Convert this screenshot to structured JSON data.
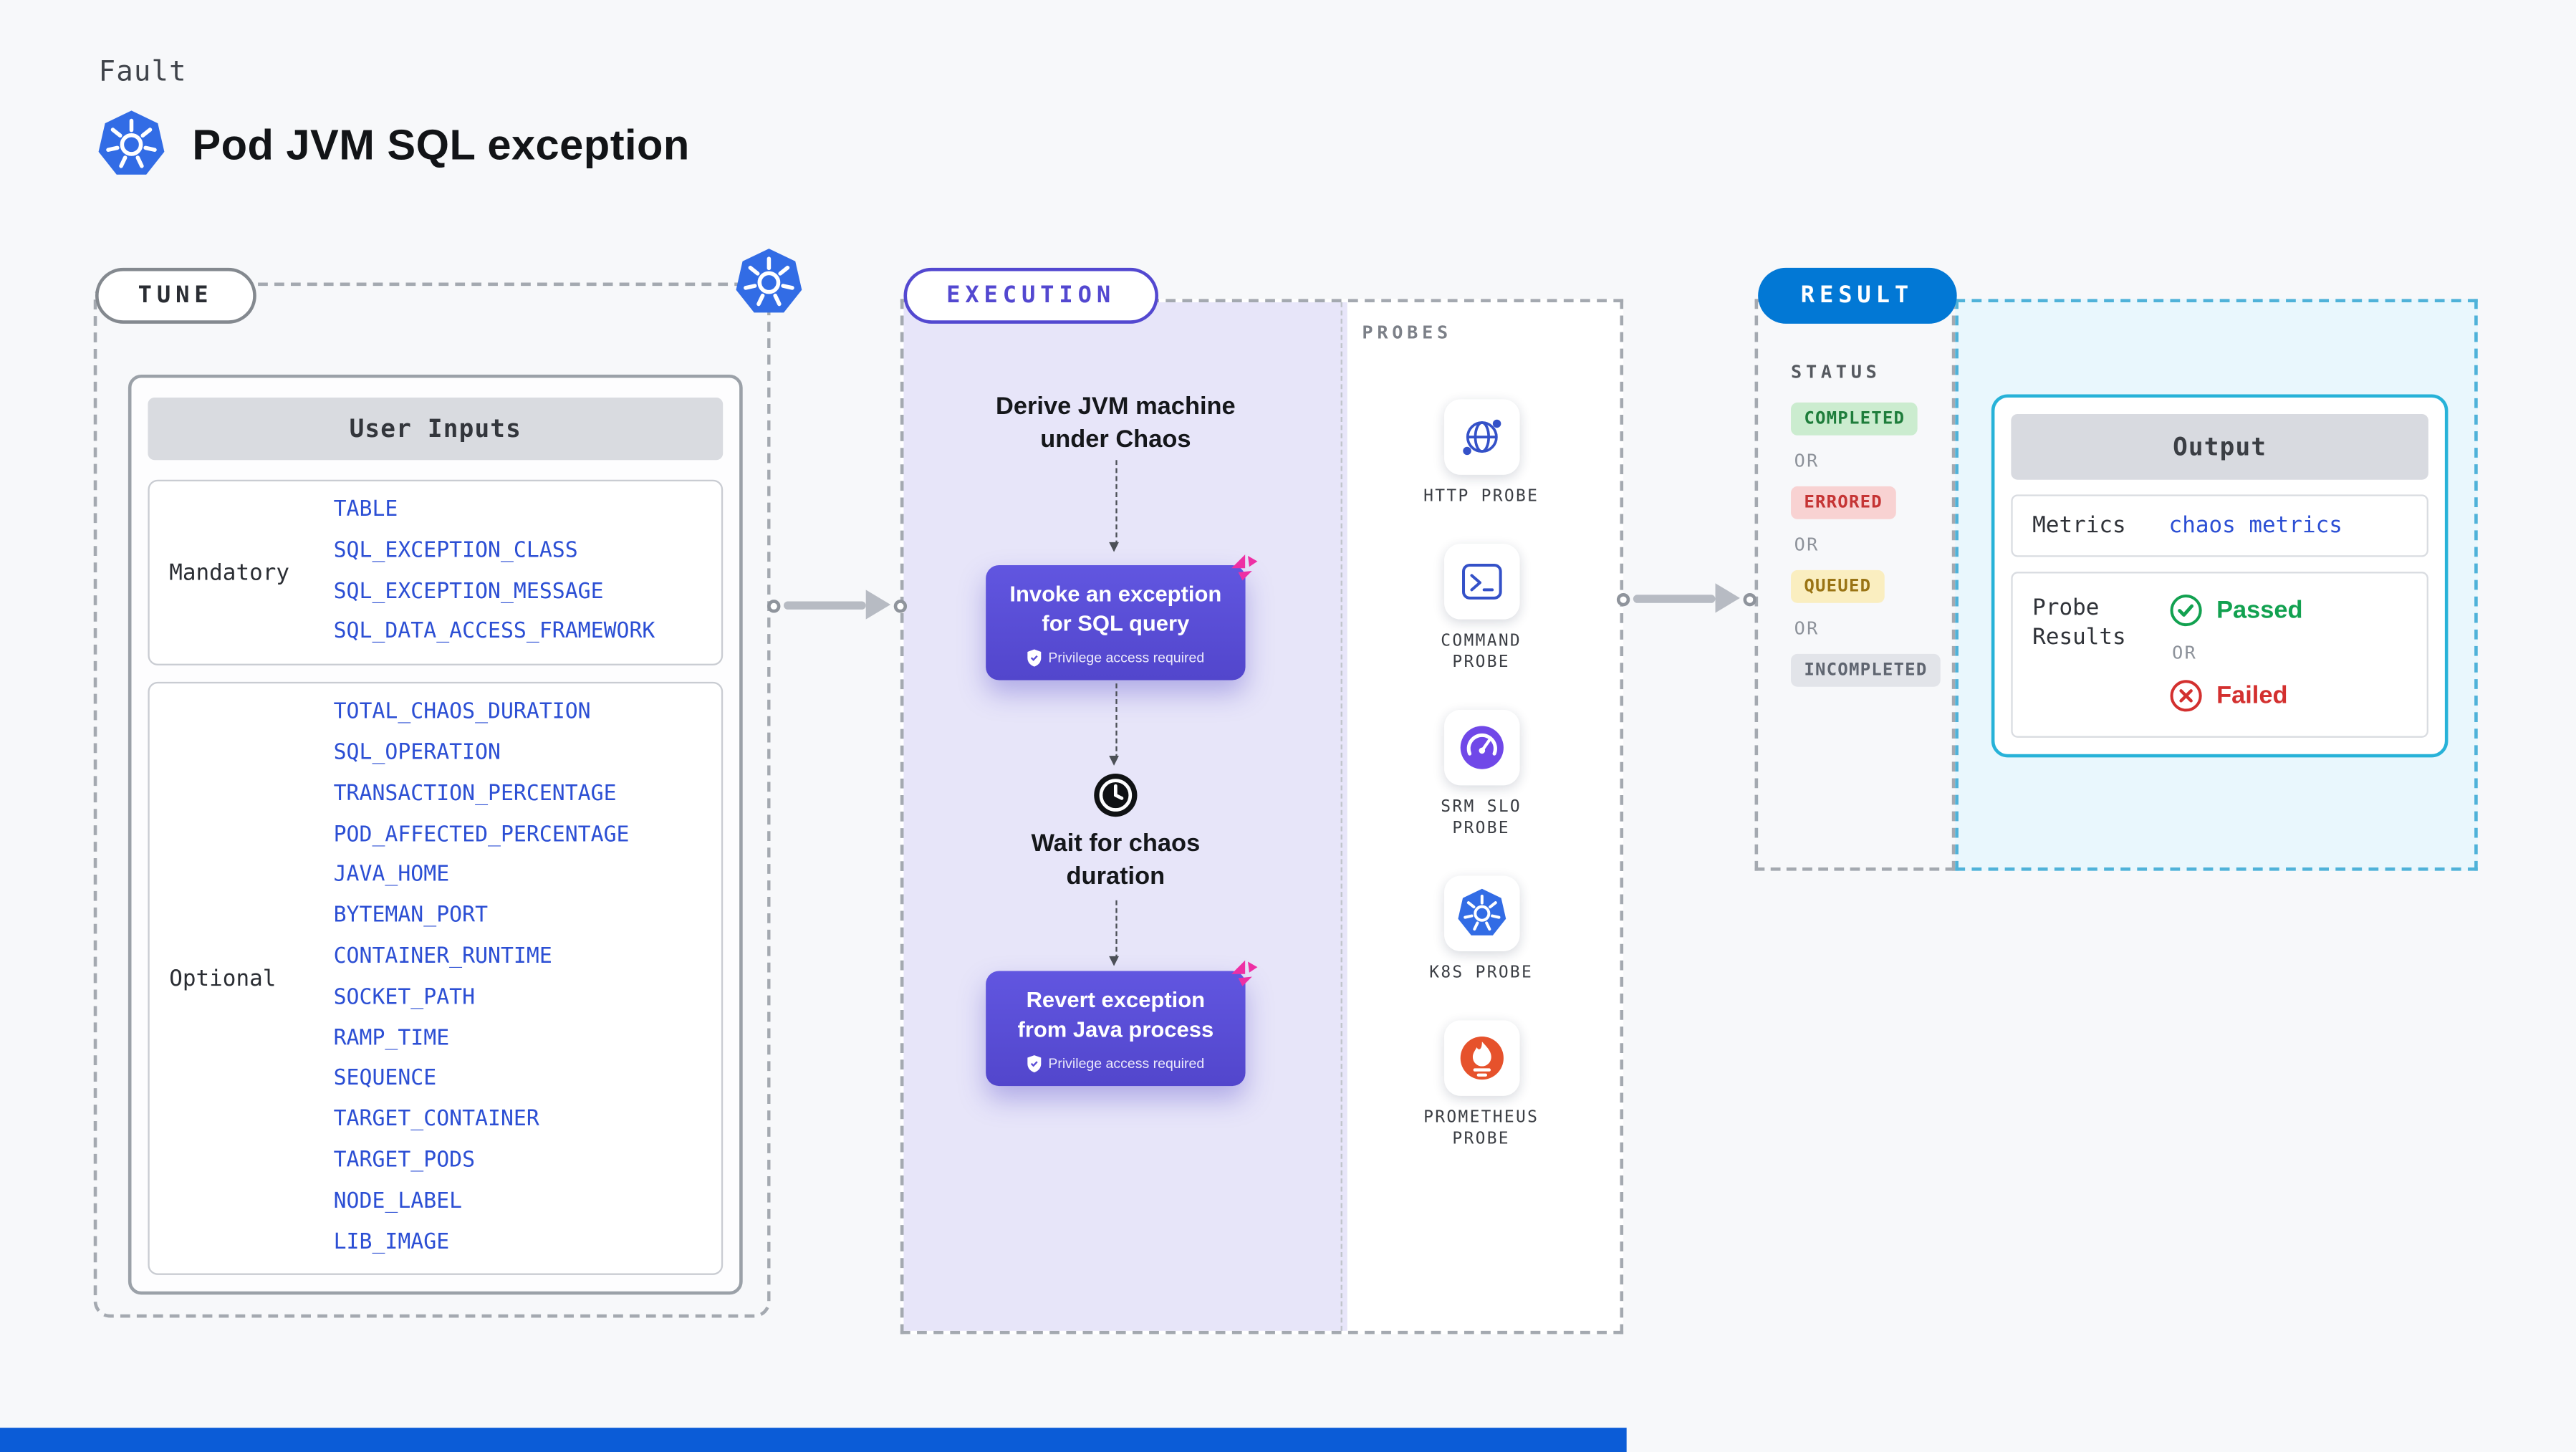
{
  "colors": {
    "k8s_blue": "#326ce5",
    "accent_purple": "#5a4ed6",
    "result_blue": "#0278d5",
    "param_blue": "#2c4fd4",
    "chaos_pink": "#ee2fa4",
    "status_completed": "#1e7d3b",
    "status_errored": "#c53434",
    "status_queued": "#9a7414",
    "status_incompleted": "#5f6570",
    "passed_green": "#12a150",
    "failed_red": "#d3302f",
    "output_border_cyan": "#27b2d8",
    "srm_purple": "#7048e8",
    "prometheus_orange": "#e6522c"
  },
  "page": {
    "kicker": "Fault",
    "title": "Pod JVM SQL exception"
  },
  "tune": {
    "label": "TUNE",
    "card_header": "User Inputs",
    "groups": [
      {
        "name": "Mandatory",
        "params": [
          "TABLE",
          "SQL_EXCEPTION_CLASS",
          "SQL_EXCEPTION_MESSAGE",
          "SQL_DATA_ACCESS_FRAMEWORK"
        ]
      },
      {
        "name": "Optional",
        "params": [
          "TOTAL_CHAOS_DURATION",
          "SQL_OPERATION",
          "TRANSACTION_PERCENTAGE",
          "POD_AFFECTED_PERCENTAGE",
          "JAVA_HOME",
          "BYTEMAN_PORT",
          "CONTAINER_RUNTIME",
          "SOCKET_PATH",
          "RAMP_TIME",
          "SEQUENCE",
          "TARGET_CONTAINER",
          "TARGET_PODS",
          "NODE_LABEL",
          "LIB_IMAGE"
        ]
      }
    ]
  },
  "execution": {
    "label": "EXECUTION",
    "derive_text": "Derive JVM machine\nunder Chaos",
    "invoke_button": {
      "label": "Invoke an exception\nfor SQL query",
      "sublabel": "Privilege access required"
    },
    "wait_text": "Wait for chaos\nduration",
    "revert_button": {
      "label": "Revert exception\nfrom Java process",
      "sublabel": "Privilege access required"
    }
  },
  "probes": {
    "header": "PROBES",
    "items": [
      {
        "label": "HTTP PROBE",
        "icon": "http-probe-icon"
      },
      {
        "label": "COMMAND PROBE",
        "icon": "command-probe-icon"
      },
      {
        "label": "SRM SLO PROBE",
        "icon": "srm-slo-probe-icon"
      },
      {
        "label": "K8S PROBE",
        "icon": "k8s-probe-icon"
      },
      {
        "label": "PROMETHEUS PROBE",
        "icon": "prometheus-probe-icon"
      }
    ]
  },
  "result": {
    "label": "RESULT",
    "status_header": "STATUS",
    "or_label": "OR",
    "statuses": [
      {
        "label": "COMPLETED",
        "key": "completed"
      },
      {
        "label": "ERRORED",
        "key": "errored"
      },
      {
        "label": "QUEUED",
        "key": "queued"
      },
      {
        "label": "INCOMPLETED",
        "key": "incompleted"
      }
    ],
    "output": {
      "header": "Output",
      "metrics_label": "Metrics",
      "metrics_value": "chaos metrics",
      "probe_results_label": "Probe Results",
      "passed": "Passed",
      "failed": "Failed"
    }
  }
}
